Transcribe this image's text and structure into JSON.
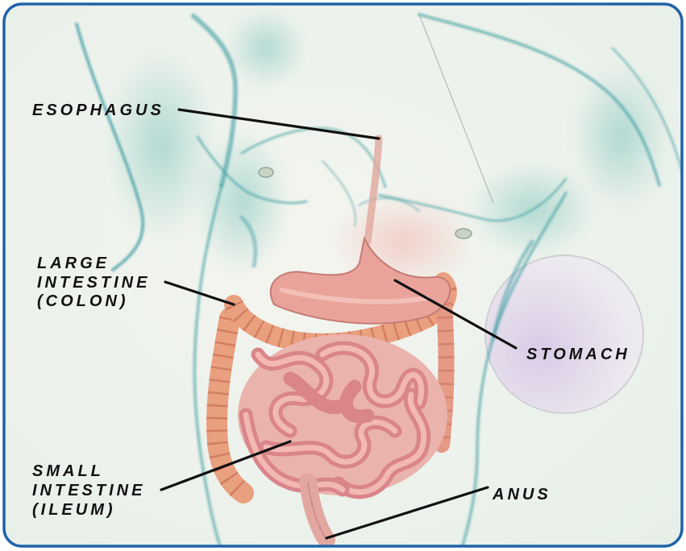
{
  "labels": {
    "esophagus": "ESOPHAGUS",
    "large_intestine": [
      "LARGE",
      "INTESTINE",
      "(COLON)"
    ],
    "stomach": "STOMACH",
    "small_intestine": [
      "SMALL",
      "INTESTINE",
      "(ILEUM)"
    ],
    "anus": "ANUS"
  },
  "colors": {
    "frame_border": "#1f63a8",
    "label_text": "#111111",
    "leader_line": "#111111"
  }
}
